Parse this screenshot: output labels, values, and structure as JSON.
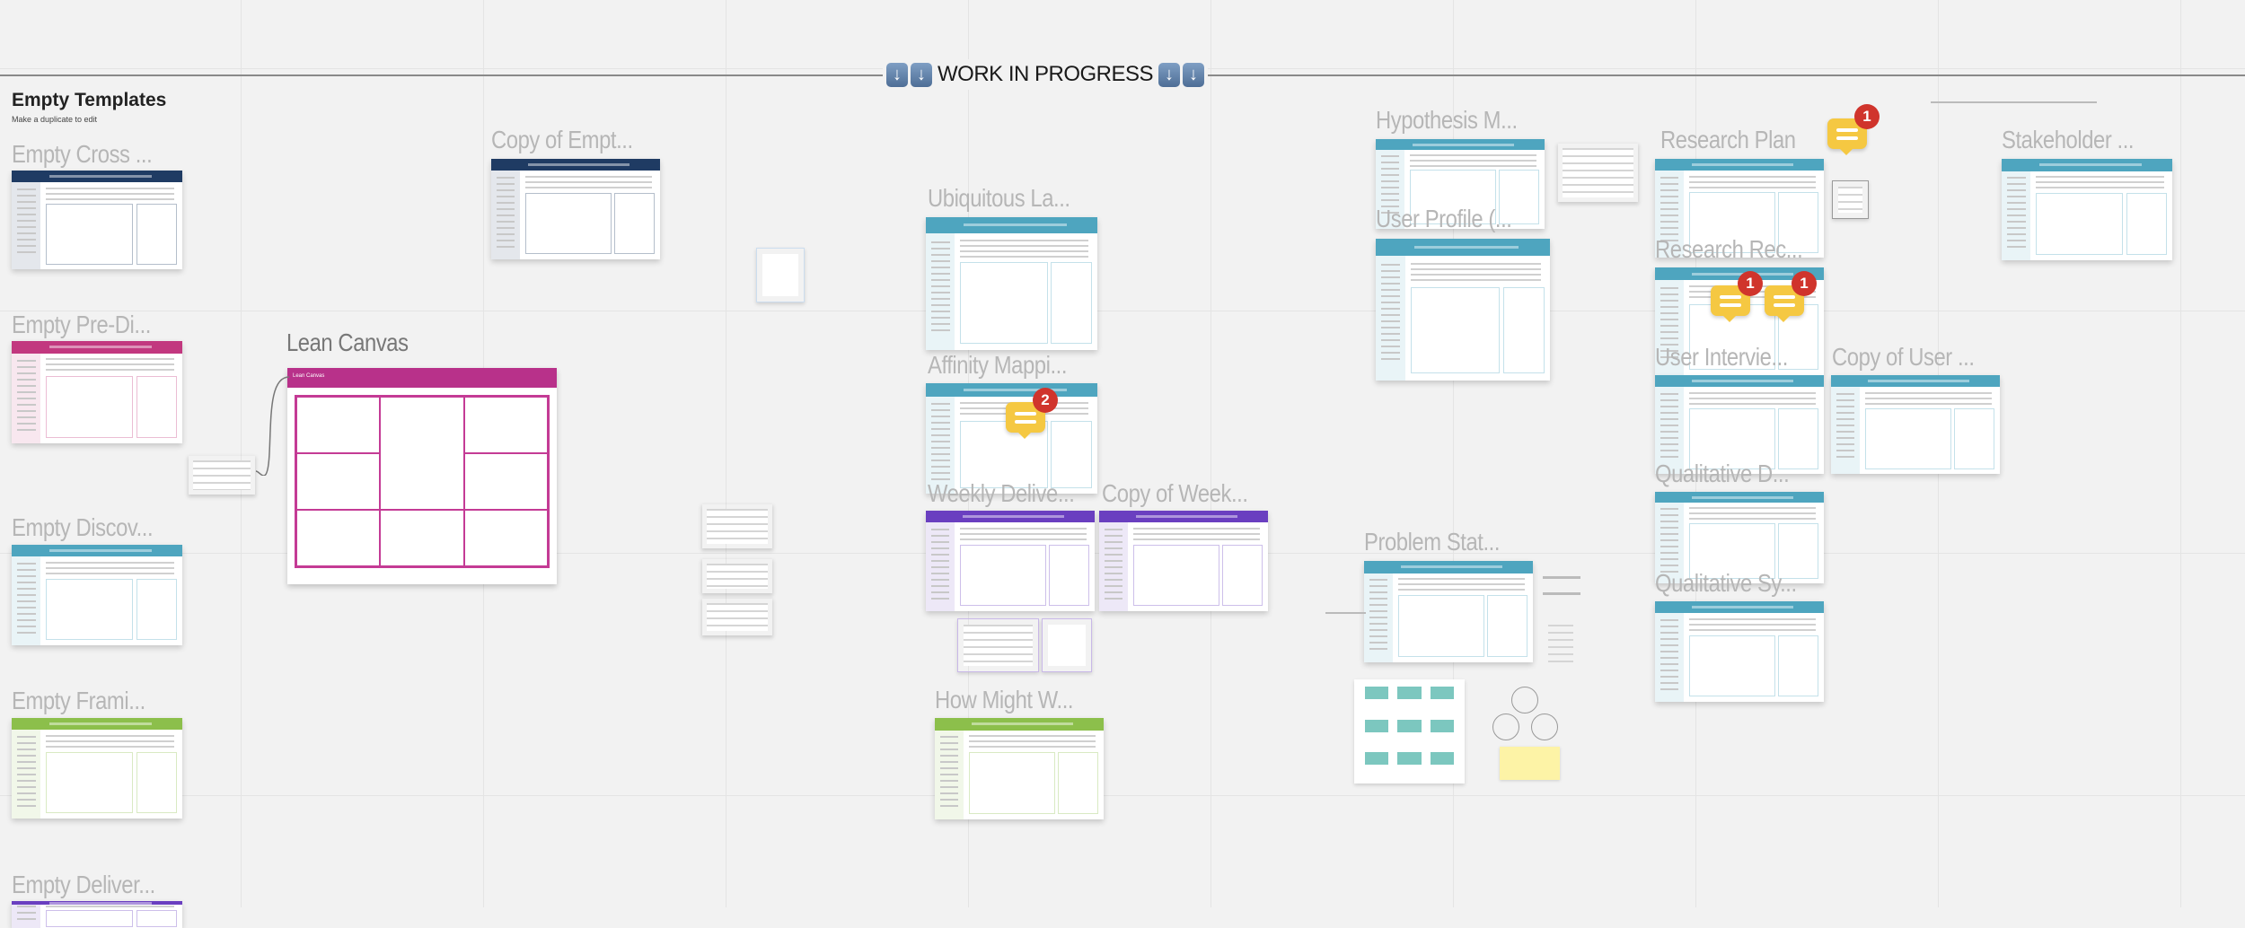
{
  "section": {
    "title": "WORK IN PROGRESS",
    "arrow_icon": "down-arrow-icon"
  },
  "templates_heading": {
    "title": "Empty Templates",
    "subtitle": "Make a duplicate to edit"
  },
  "lean_canvas": {
    "label": "Lean Canvas",
    "header": "Lean Canvas",
    "color": "#b8318a"
  },
  "colors": {
    "navy": "#1f3b63",
    "magenta": "#c2387f",
    "teal": "#4ea5bf",
    "green": "#8cbf4b",
    "purple": "#6a3fc0",
    "comment": "#f5c842",
    "badge": "#d0342c"
  },
  "frames": [
    {
      "label": "Empty Cross ...",
      "color": "#1f3b63"
    },
    {
      "label": "Empty Pre-Di...",
      "color": "#c2387f"
    },
    {
      "label": "Empty Discov...",
      "color": "#4ea5bf"
    },
    {
      "label": "Empty Frami...",
      "color": "#8cbf4b"
    },
    {
      "label": "Empty Deliver...",
      "color": "#6a3fc0"
    },
    {
      "label": "Copy of Empt...",
      "color": "#1f3b63"
    },
    {
      "label": "Ubiquitous La...",
      "color": "#4ea5bf"
    },
    {
      "label": "Affinity Mappi...",
      "color": "#4ea5bf"
    },
    {
      "label": "Weekly Delive...",
      "color": "#6a3fc0"
    },
    {
      "label": "Copy of Week...",
      "color": "#6a3fc0"
    },
    {
      "label": "How Might W...",
      "color": "#8cbf4b"
    },
    {
      "label": "Hypothesis M...",
      "color": "#4ea5bf"
    },
    {
      "label": "User Profile (...",
      "color": "#4ea5bf"
    },
    {
      "label": "Problem Stat...",
      "color": "#4ea5bf"
    },
    {
      "label": "Research Plan",
      "color": "#4ea5bf"
    },
    {
      "label": "Research Rec...",
      "color": "#4ea5bf"
    },
    {
      "label": "User Intervie...",
      "color": "#4ea5bf"
    },
    {
      "label": "Copy of User ...",
      "color": "#4ea5bf"
    },
    {
      "label": "Qualitative D...",
      "color": "#4ea5bf"
    },
    {
      "label": "Qualitative Sy...",
      "color": "#4ea5bf"
    },
    {
      "label": "Stakeholder ...",
      "color": "#4ea5bf"
    }
  ],
  "comments": [
    {
      "count": "2"
    },
    {
      "count": "1"
    },
    {
      "count": "1"
    },
    {
      "count": "1"
    }
  ]
}
